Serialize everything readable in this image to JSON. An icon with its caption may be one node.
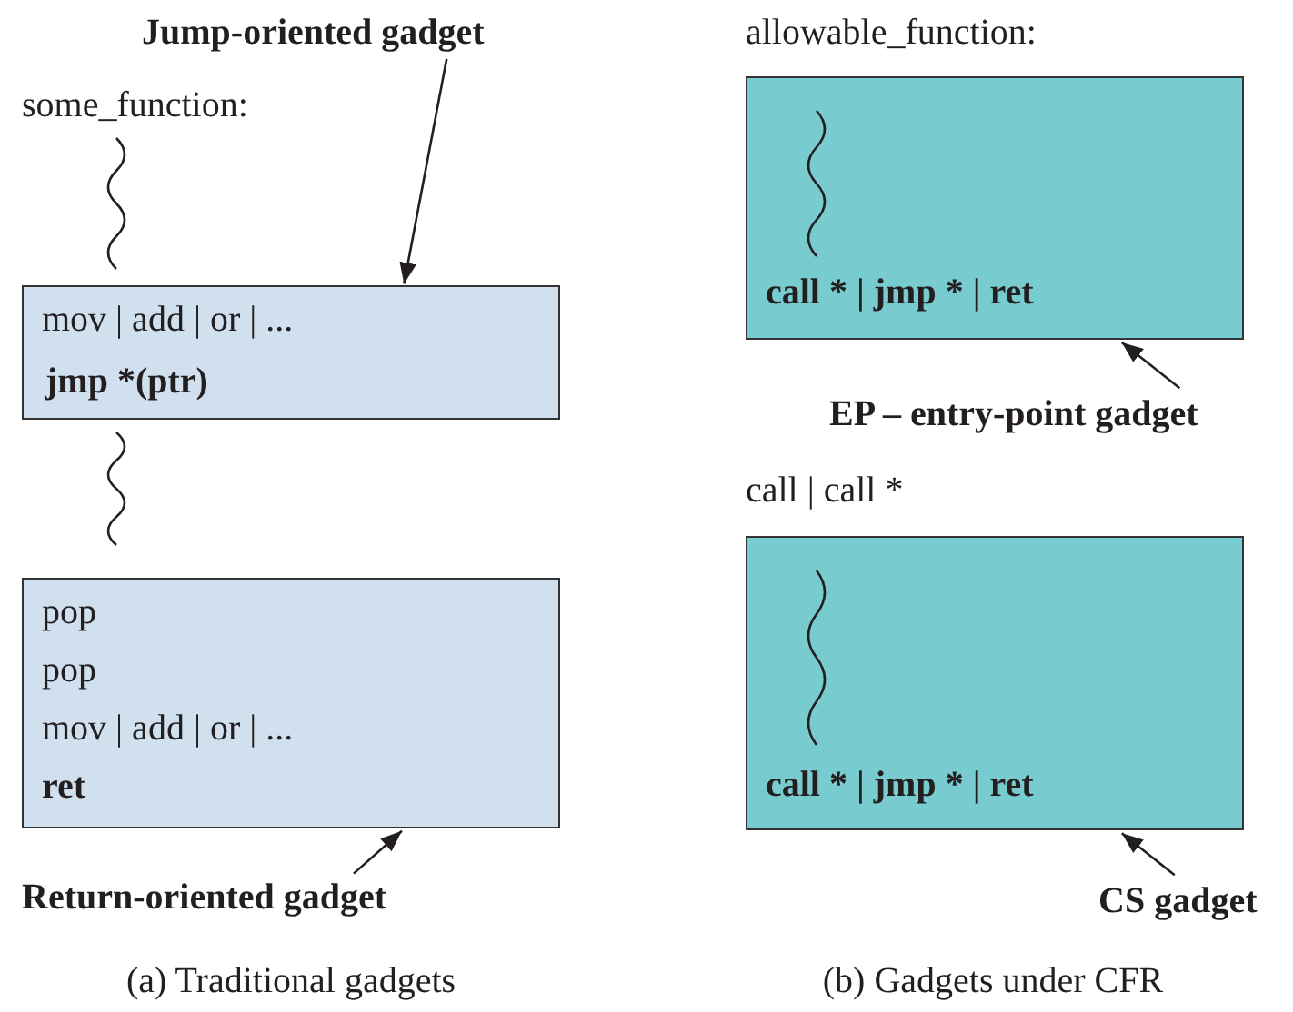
{
  "diagram": {
    "nodes": [
      {
        "text": [
          "Jump-oriented gadget"
        ]
      },
      {
        "text": [
          "mov | add | or | ...",
          "jmp *(ptr)"
        ]
      },
      {
        "text": [
          "pop",
          "pop",
          "mov | add | or | ...",
          "ret"
        ]
      },
      {
        "text": [
          "Return-oriented gadget"
        ]
      },
      {
        "text": [
          "call * | jmp * | ret"
        ]
      },
      {
        "text": [
          "EP – entry-point gadget"
        ]
      },
      {
        "text": [
          "call * | jmp * | ret"
        ]
      },
      {
        "text": [
          "CS gadget"
        ]
      }
    ],
    "edges": [
      {
        "from": 0,
        "to": 1,
        "arrow": "to"
      },
      {
        "from": 3,
        "to": 2,
        "arrow": "to"
      },
      {
        "from": 5,
        "to": 4,
        "arrow": "to"
      },
      {
        "from": 7,
        "to": 6,
        "arrow": "to"
      }
    ],
    "labels": [
      "some_function:",
      "allowable_function:",
      "call | call *",
      "(a) Traditional gadgets",
      "(b) Gadgets under CFR"
    ]
  }
}
